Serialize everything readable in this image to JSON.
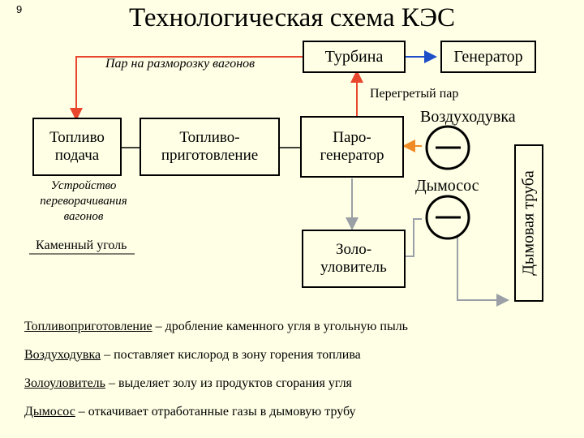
{
  "slide_number": "9",
  "title": "Технологическая схема КЭС",
  "labels": {
    "steam_defrost": "Пар на разморозку вагонов",
    "superheated_steam": "Перегретый пар",
    "blower": "Воздуходувка",
    "smoke_exhauster": "Дымосос",
    "tipper": "Устройство переворачивания вагонов",
    "coal": "Каменный уголь"
  },
  "boxes": {
    "turbine": "Турбина",
    "generator": "Генератор",
    "fuel_supply": "Топливо подача",
    "fuel_prep": "Топливо-приготовление",
    "steam_gen": "Паро-генератор",
    "ash": "Золо-уловитель",
    "chimney": "Дымовая труба"
  },
  "notes": [
    {
      "term": "Топливоприготовление",
      "text": " – дробление каменного угля в угольную пыль"
    },
    {
      "term": "Воздуходувка",
      "text": " – поставляет кислород в зону горения топлива"
    },
    {
      "term": "Золоуловитель",
      "text": " – выделяет золу из продуктов сгорания угля"
    },
    {
      "term": "Дымосос",
      "text": " – откачивает отработанные газы в дымовую трубу"
    }
  ],
  "colors": {
    "background": "#FFFFE6",
    "steam_line": "#E8472E",
    "power_line": "#1F4FC8",
    "gas_line": "#9AA0A6",
    "air_arrow": "#F08A24"
  }
}
